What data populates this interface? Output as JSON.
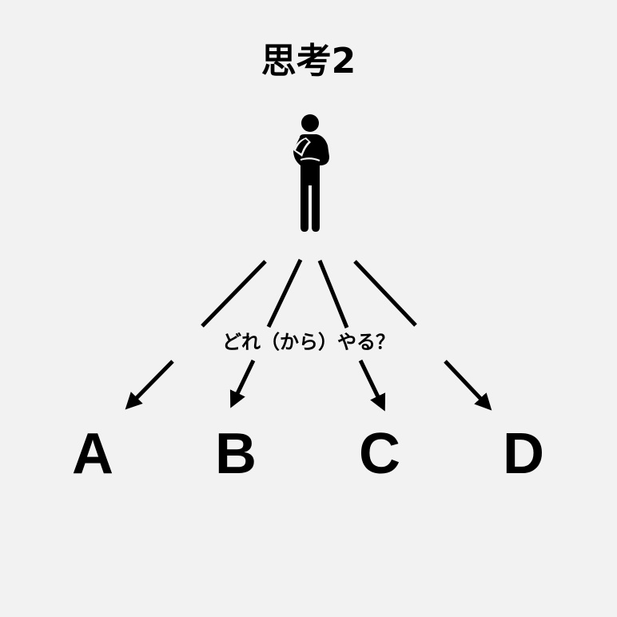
{
  "title": "思考2",
  "question": "どれ（から）やる？",
  "options": [
    "A",
    "B",
    "C",
    "D"
  ],
  "colors": {
    "background": "#f2f2f2",
    "ink": "#000000"
  },
  "icons": {
    "person": "thinking-person-icon"
  }
}
